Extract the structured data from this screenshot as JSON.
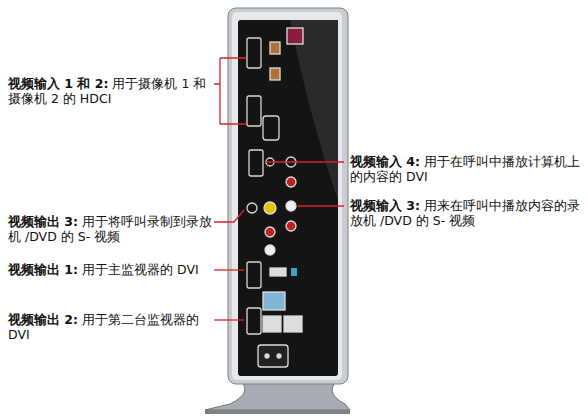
{
  "diagram": {
    "labels": [
      "视频输入 1 和 2:",
      "用于摄像机 1 和摄像机 2 的 HDCI",
      "视频输出 3:",
      "用于将呼叫录制到录放机 /DVD 的 S- 视频",
      "视频输出 1:",
      "用于主监视器的 DVI",
      "视频输出 2:",
      "用于第二台监视器的 DVI",
      "视频输入 4:",
      "用于在呼叫中播放计算机上的内容的 DVI",
      "视频输入 3:",
      "用来在呼叫中播放内容的录放机 /DVD 的 S- 视频"
    ]
  }
}
